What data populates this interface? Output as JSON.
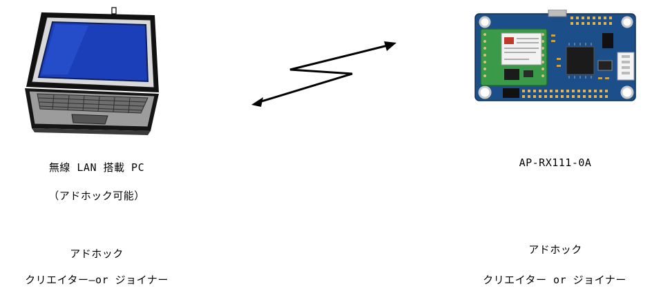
{
  "left_device": {
    "name": "無線 LAN 搭載 PC",
    "note": "（アドホック可能）",
    "role_title": "アドホック",
    "role_detail": "クリエイター―or ジョイナー"
  },
  "right_device": {
    "name": "AP-RX111-0A",
    "role_title": "アドホック",
    "role_detail": "クリエイター or ジョイナー"
  },
  "colors": {
    "screen": "#1a3fb8",
    "board": "#1c4f8a",
    "module": "#3a9a4a",
    "link": "#000000"
  },
  "icons": {
    "laptop": "laptop-icon",
    "board": "circuit-board-icon",
    "wireless_link": "wireless-link-arrow-icon"
  }
}
